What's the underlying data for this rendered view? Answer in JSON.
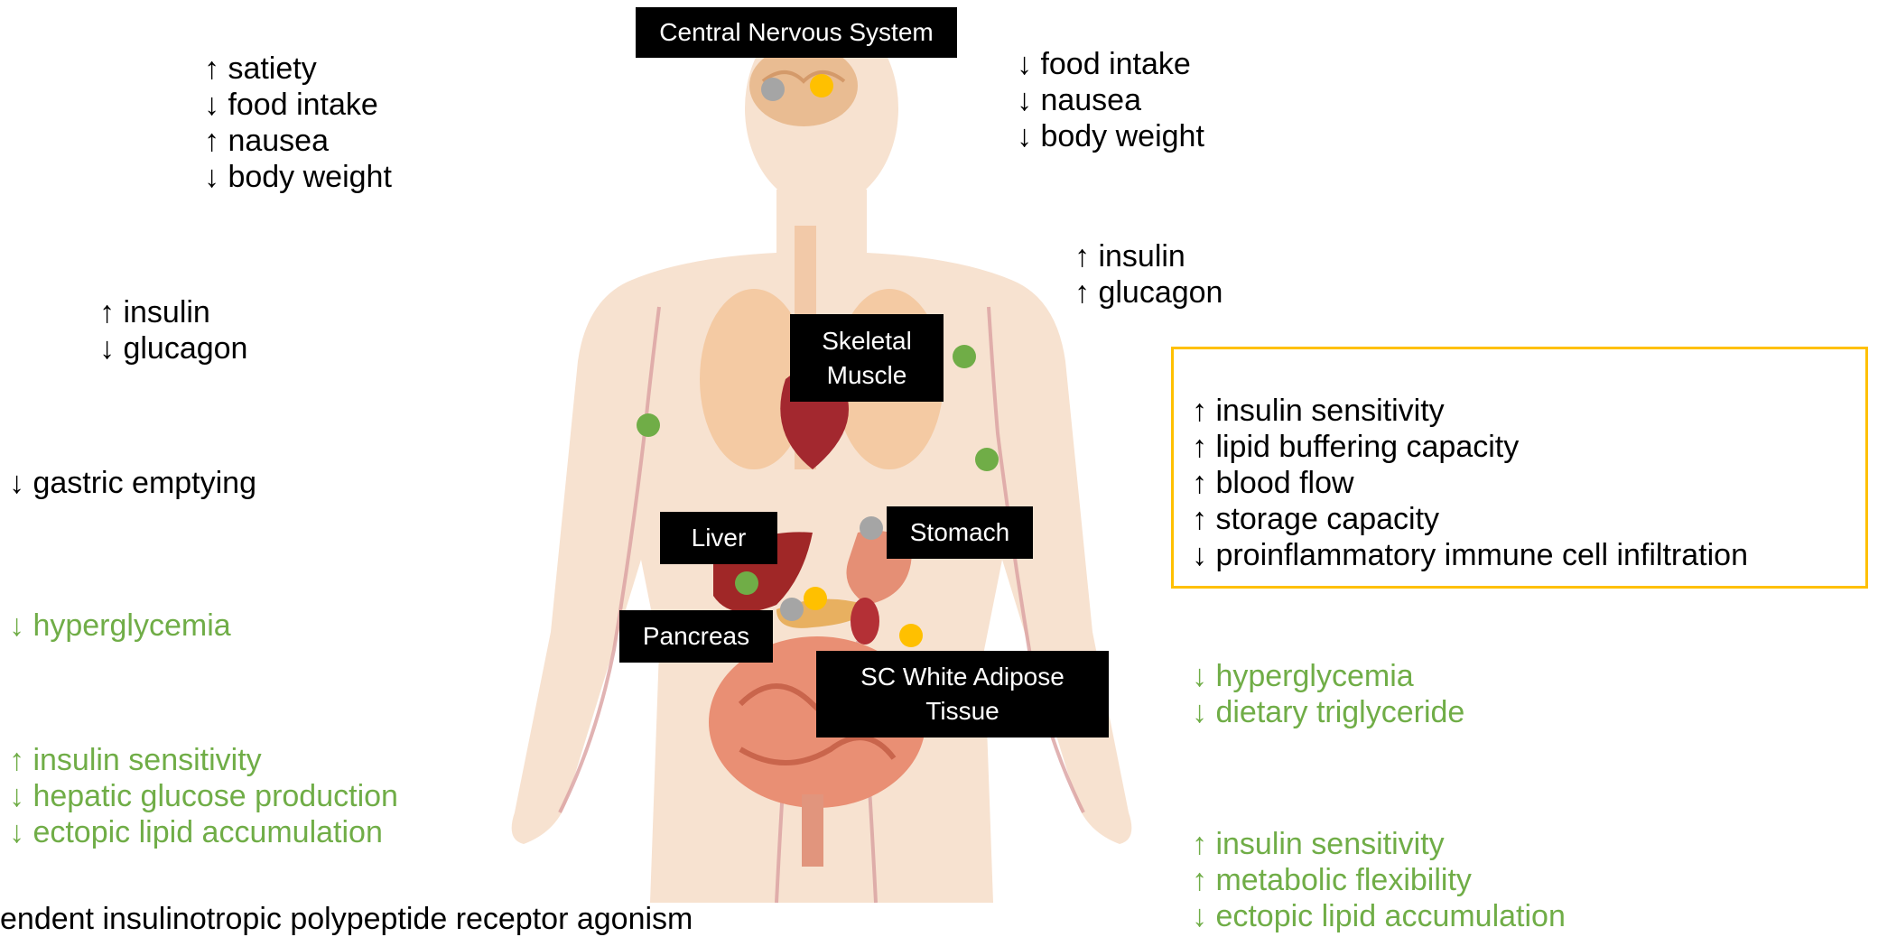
{
  "labels": {
    "cns": "Central Nervous System",
    "skeletal_muscle": [
      "Skeletal",
      "Muscle"
    ],
    "liver": "Liver",
    "stomach": "Stomach",
    "pancreas": "Pancreas",
    "sc_wat": [
      "SC White Adipose",
      "Tissue"
    ]
  },
  "cns_left": [
    "↑ satiety",
    "↓ food intake",
    "↑ nausea",
    "↓ body weight"
  ],
  "cns_right": [
    "↓ food intake",
    "↓ nausea",
    "↓ body weight"
  ],
  "pancreas_left": [
    "↑ insulin",
    "↓ glucagon"
  ],
  "pancreas_right": [
    "↑ insulin",
    "↑ glucagon"
  ],
  "stomach_left": [
    "↓ gastric emptying"
  ],
  "hyperglycemia_left": [
    "↓ hyperglycemia"
  ],
  "liver_left": [
    "↑ insulin sensitivity",
    "↓ hepatic glucose production",
    "↓ ectopic lipid accumulation"
  ],
  "adipose_box": [
    "↑ insulin sensitivity",
    "↑ lipid buffering capacity",
    "↑ blood flow",
    "↑ storage capacity",
    "↓ proinflammatory immune cell infiltration"
  ],
  "right_green_1": [
    "↓ hyperglycemia",
    "↓ dietary triglyceride"
  ],
  "right_green_2": [
    "↑ insulin sensitivity",
    "↑ metabolic flexibility",
    "↓ ectopic lipid accumulation"
  ],
  "footer": "endent insulinotropic polypeptide receptor agonism",
  "colors": {
    "gray_dot": "#a5a5a5",
    "yellow_dot": "#ffc000",
    "green_dot": "#70ad47",
    "green_text": "#70ad47",
    "box_border": "#ffc000"
  }
}
